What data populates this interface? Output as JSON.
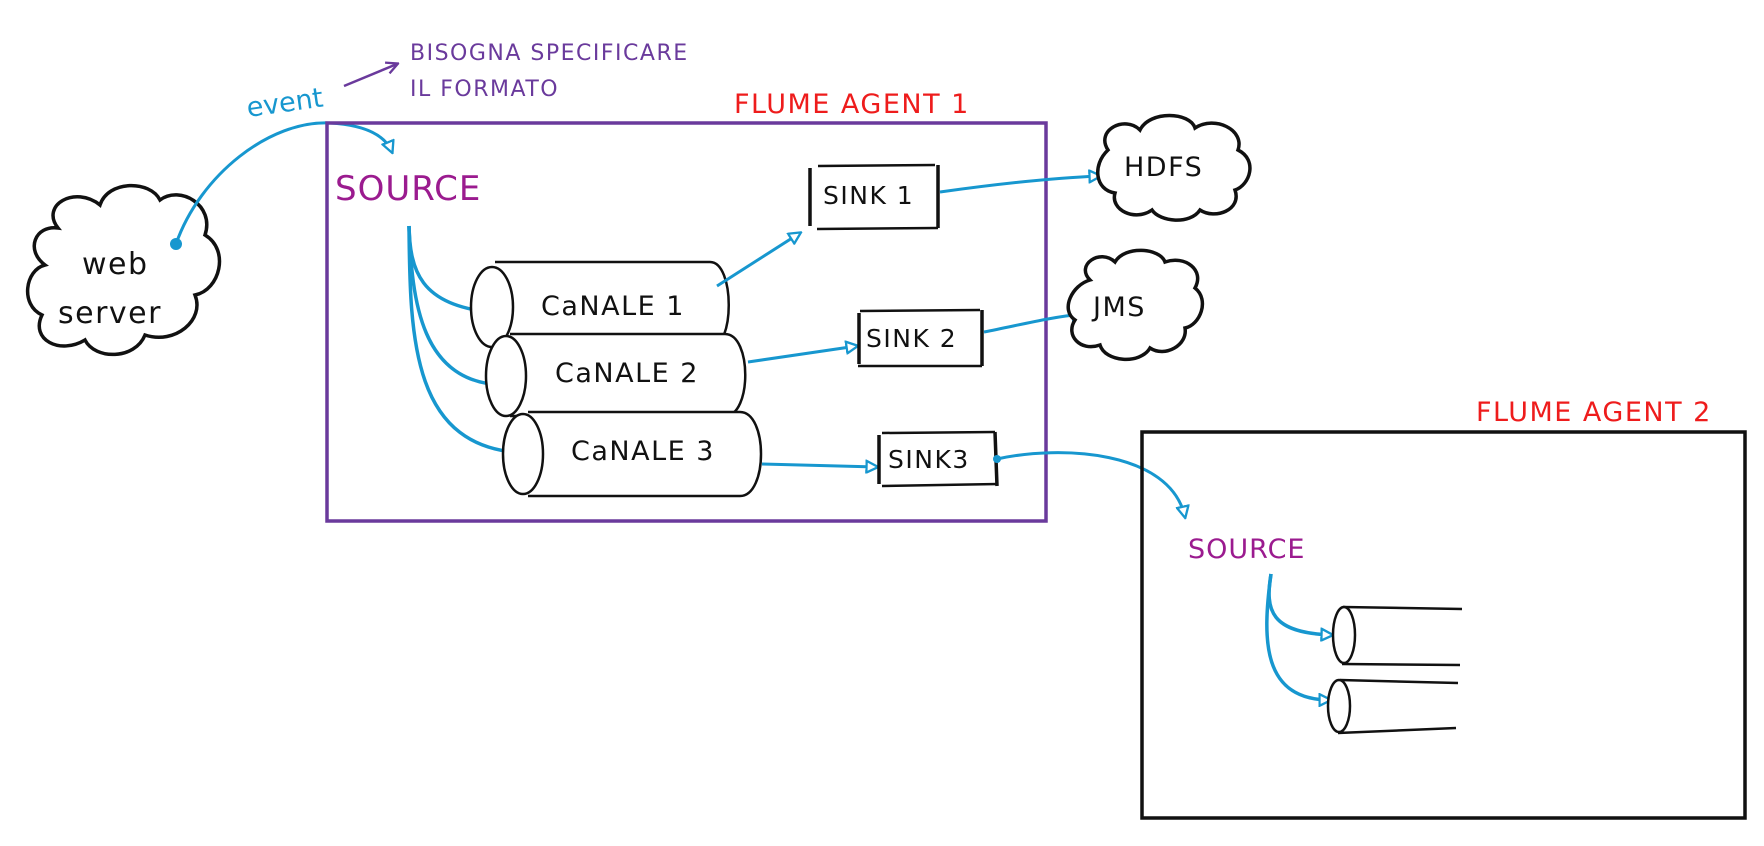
{
  "colors": {
    "ink": "#111111",
    "flow": "#1797cf",
    "agent1_border": "#6a3a9c",
    "agent_title": "#ee1c1c",
    "source_label": "#9b1b8f",
    "note": "#6a3a9c"
  },
  "web_server": {
    "line1": "web",
    "line2": "server"
  },
  "event_label": "event",
  "note": {
    "line1": "BISOGNA SPECIFICARE",
    "line2": "IL FORMATO"
  },
  "agent1": {
    "title": "FLUME AGENT 1",
    "source": "SOURCE",
    "channels": [
      "CaNALE 1",
      "CaNALE 2",
      "CaNALE 3"
    ],
    "sinks": [
      "SINK 1",
      "SINK 2",
      "SINK3"
    ]
  },
  "destinations": {
    "hdfs": "HDFS",
    "jms": "JMS"
  },
  "agent2": {
    "title": "FLUME AGENT  2",
    "source": "SOURCE"
  }
}
